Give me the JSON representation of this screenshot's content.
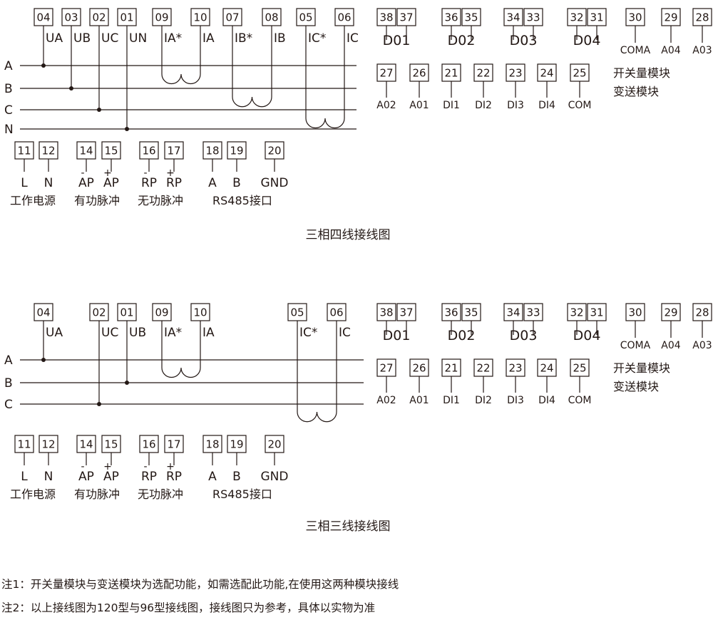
{
  "diagram1": {
    "title": "三相四线接线图",
    "phase_lines": [
      "A",
      "B",
      "C",
      "N"
    ],
    "terminals": [
      {
        "num": "04",
        "label": "UA"
      },
      {
        "num": "03",
        "label": "UB"
      },
      {
        "num": "02",
        "label": "UC"
      },
      {
        "num": "01",
        "label": "UN"
      },
      {
        "num": "09",
        "label": "IA*"
      },
      {
        "num": "10",
        "label": "IA"
      },
      {
        "num": "07",
        "label": "IB*"
      },
      {
        "num": "08",
        "label": "IB"
      },
      {
        "num": "05",
        "label": "IC*"
      },
      {
        "num": "06",
        "label": "IC"
      }
    ]
  },
  "diagram2": {
    "title": "三相三线接线图",
    "phase_lines": [
      "A",
      "B",
      "C"
    ],
    "terminals": [
      {
        "num": "04",
        "label": "UA"
      },
      {
        "num": "02",
        "label": "UC"
      },
      {
        "num": "01",
        "label": "UB"
      },
      {
        "num": "09",
        "label": "IA*"
      },
      {
        "num": "10",
        "label": "IA"
      },
      {
        "num": "05",
        "label": "IC*"
      },
      {
        "num": "06",
        "label": "IC"
      }
    ]
  },
  "module": {
    "relay_pairs": [
      {
        "nums": [
          "38",
          "37"
        ],
        "label": "D01"
      },
      {
        "nums": [
          "36",
          "35"
        ],
        "label": "D02"
      },
      {
        "nums": [
          "34",
          "33"
        ],
        "label": "D03"
      },
      {
        "nums": [
          "32",
          "31"
        ],
        "label": "D04"
      }
    ],
    "upper_singles": [
      {
        "num": "30",
        "label": "COMA"
      },
      {
        "num": "29",
        "label": "A04"
      },
      {
        "num": "28",
        "label": "A03"
      }
    ],
    "lower_singles": [
      {
        "num": "27",
        "label": "A02"
      },
      {
        "num": "26",
        "label": "A01"
      },
      {
        "num": "21",
        "label": "DI1"
      },
      {
        "num": "22",
        "label": "DI2"
      },
      {
        "num": "23",
        "label": "DI3"
      },
      {
        "num": "24",
        "label": "DI4"
      },
      {
        "num": "25",
        "label": "COM"
      }
    ],
    "caption_line1": "开关量模块",
    "caption_line2": "变送模块"
  },
  "bottom_terminals": [
    {
      "num": "11",
      "label": "L"
    },
    {
      "num": "12",
      "label": "N"
    },
    {
      "num": "14",
      "label": "AP",
      "sign": "-"
    },
    {
      "num": "15",
      "label": "AP",
      "sign": "+"
    },
    {
      "num": "16",
      "label": "RP",
      "sign": "-"
    },
    {
      "num": "17",
      "label": "RP",
      "sign": "+"
    },
    {
      "num": "18",
      "label": "A"
    },
    {
      "num": "19",
      "label": "B"
    },
    {
      "num": "20",
      "label": "GND"
    }
  ],
  "bottom_groups": [
    "工作电源",
    "有功脉冲",
    "无功脉冲",
    "RS485接口"
  ],
  "notes": [
    "注1：开关量模块与变送模块为选配功能，如需选配此功能,在使用这两种模块接线",
    "注2：以上接线图为120型与96型接线图，接线图只为参考，具体以实物为准"
  ]
}
